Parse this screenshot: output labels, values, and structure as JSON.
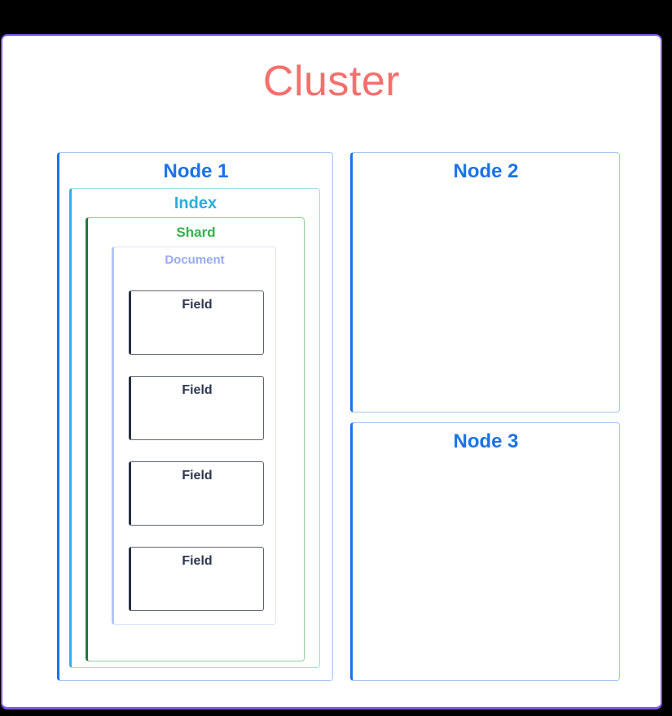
{
  "diagram": {
    "title": "Cluster",
    "nodes": [
      {
        "label": "Node 1"
      },
      {
        "label": "Node 2"
      },
      {
        "label": "Node 3"
      }
    ],
    "node1_contents": {
      "index": {
        "label": "Index"
      },
      "shard": {
        "label": "Shard"
      },
      "document": {
        "label": "Document",
        "fields": [
          {
            "label": "Field"
          },
          {
            "label": "Field"
          },
          {
            "label": "Field"
          },
          {
            "label": "Field"
          }
        ]
      }
    },
    "colors": {
      "page_background": "#000000",
      "cluster_border": "#7d57e8",
      "cluster_title": "#f4706c",
      "node_accent": "#1a73e8",
      "node_border": "#a4c6f1",
      "node_label": "#1a73e8",
      "index_accent": "#2ab3e2",
      "index_border": "#9cdcf0",
      "index_label": "#29aede",
      "shard_accent": "#1b7a3d",
      "shard_border": "#8ecf9d",
      "shard_label": "#34b14e",
      "document_accent": "#b6c4f9",
      "document_border": "#dde4fc",
      "document_label": "#98aaf0",
      "field_accent": "#27303f",
      "field_border": "#5c6574",
      "field_label": "#2d3850"
    }
  }
}
